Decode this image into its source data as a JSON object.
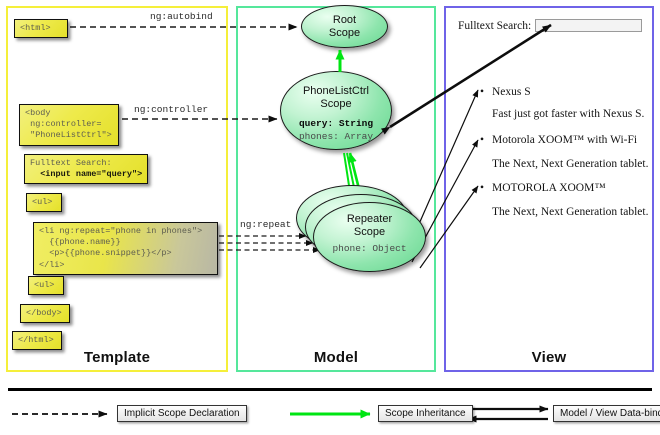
{
  "columns": [
    {
      "id": "template",
      "label": "Template",
      "border_color": "#f5ef3a"
    },
    {
      "id": "model",
      "label": "Model",
      "border_color": "#55e79b"
    },
    {
      "id": "view",
      "label": "View",
      "border_color": "#6f63e8"
    }
  ],
  "template": {
    "boxes": [
      {
        "id": "html-open",
        "text": "<html>"
      },
      {
        "id": "body-open",
        "text": "<body\n ng:controller=\n \"PhoneListCtrl\">"
      },
      {
        "id": "search-snip",
        "text": "Fulltext Search:",
        "strong": "  <input name=\"query\">"
      },
      {
        "id": "ul-open",
        "text": "<ul>"
      },
      {
        "id": "li-repeat",
        "text": "<li ng:repeat=\"phone in phones\">\n  {{phone.name}}\n  <p>{{phone.snippet}}</p>\n</li>"
      },
      {
        "id": "ul-close",
        "text": "<ul>"
      },
      {
        "id": "body-close",
        "text": "</body>"
      },
      {
        "id": "html-close",
        "text": "</html>"
      }
    ]
  },
  "model": {
    "scopes": [
      {
        "id": "root-scope",
        "name": "Root\nScope",
        "props": []
      },
      {
        "id": "phonelist-scope",
        "name": "PhoneListCtrl\nScope",
        "props": [
          {
            "text": "query: String",
            "bold": true
          },
          {
            "text": "phones: Array",
            "bold": false
          }
        ]
      },
      {
        "id": "repeater-scope",
        "name": "Repeater\nScope",
        "props": [
          {
            "text": "phone: Object",
            "bold": false
          }
        ]
      }
    ],
    "stack_count": 3
  },
  "view": {
    "search_label": "Fulltext Search:",
    "search_value": "",
    "search_placeholder": "",
    "phones": [
      {
        "name": "Nexus S",
        "snippet": "Fast just got faster with Nexus S."
      },
      {
        "name": "Motorola XOOM™  with Wi-Fi",
        "snippet": "The Next, Next Generation tablet."
      },
      {
        "name": "MOTOROLA XOOM™",
        "snippet": "The Next, Next Generation tablet."
      }
    ]
  },
  "edges": {
    "autobind": "ng:autobind",
    "controller": "ng:controller",
    "repeat": "ng:repeat"
  },
  "legend": [
    {
      "id": "implicit-scope-declaration",
      "label": "Implicit Scope Declaration",
      "style": "dashed",
      "color": "#000000"
    },
    {
      "id": "scope-inheritance",
      "label": "Scope Inheritance",
      "style": "solid-green",
      "color": "#00e513"
    },
    {
      "id": "model-view-data-binding",
      "label": "Model / View Data-binding",
      "style": "bidirectional",
      "color": "#000000"
    }
  ]
}
